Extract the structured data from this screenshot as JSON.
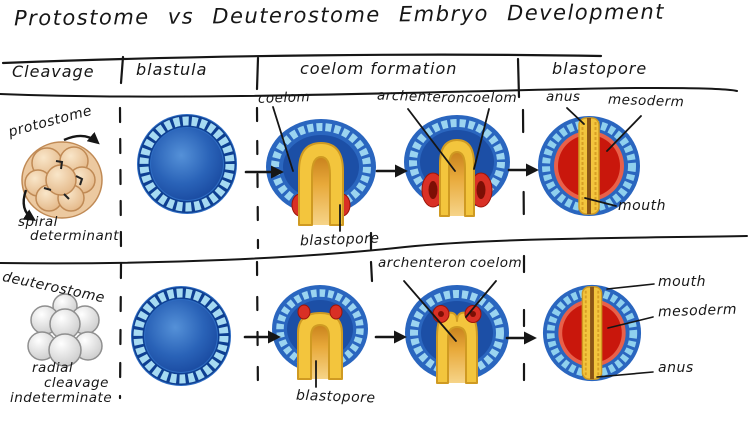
{
  "title": "Protostome vs Deuterostome Embryo Development",
  "header": {
    "cleavage": "Cleavage",
    "blastula": "blastula",
    "coelom_formation": "coelom formation",
    "blastopore": "blastopore"
  },
  "protostome": {
    "name": "protostome",
    "cleavage_line1": "spiral",
    "cleavage_line2": "determinant",
    "coelom_label": "coelom",
    "archenteron_label": "archenteron",
    "coelom_label2": "coelom",
    "anus_label": "anus",
    "mesoderm_label": "mesoderm",
    "blastopore_label": "blastopore",
    "mouth_label": "mouth"
  },
  "deuterostome": {
    "name": "deuterostome",
    "cleavage_line1": "radial",
    "cleavage_line2": "cleavage",
    "cleavage_line3": "indeterminate",
    "archenteron_label": "archenteron",
    "coelom_label": "coelom",
    "blastopore_label": "blastopore",
    "mouth_label": "mouth",
    "mesoderm_label": "mesoderm",
    "anus_label": "anus"
  },
  "colors": {
    "ink": "#1a1a1a",
    "embryo_outer_blue": "#2a66bf",
    "cell_ring_blue": "#a6daf2",
    "blastocoel_blue": "#1c4fa6",
    "archenteron_yellow": "#f3c53d",
    "lumen_orange": "#e8a93a",
    "coelom_red": "#d93025",
    "mesoderm_red": "#c9170c",
    "protostome_cell_tan": "#eecea5",
    "deuterostome_cell_white": "#f2f2f2"
  }
}
